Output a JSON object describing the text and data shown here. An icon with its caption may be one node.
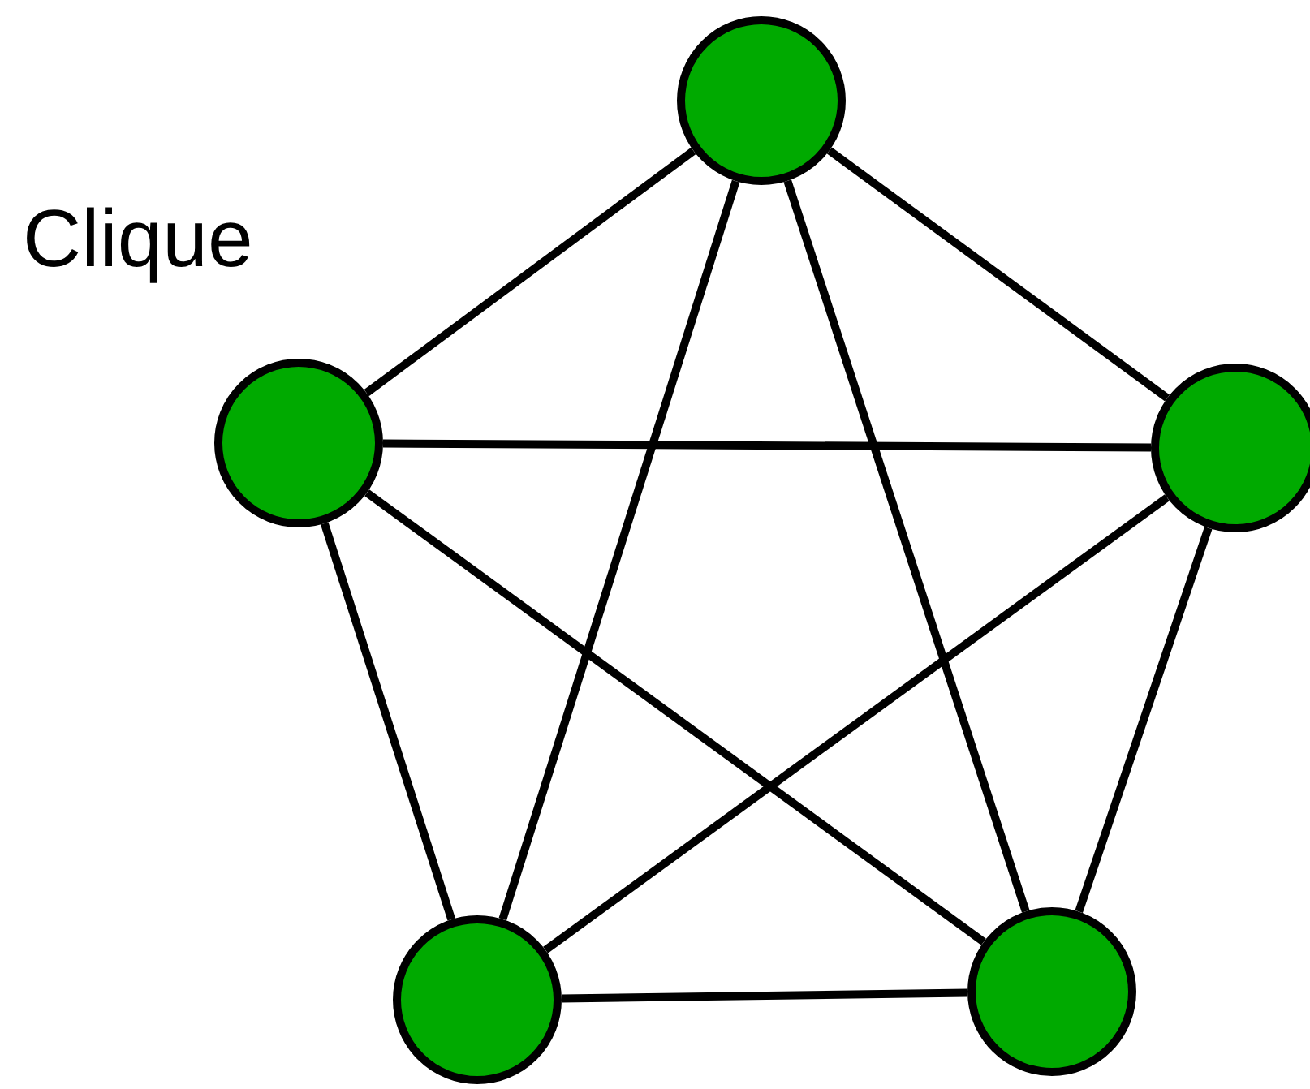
{
  "diagram": {
    "nodes": [
      {
        "text": [],
        "shape": "circle"
      },
      {
        "text": [],
        "shape": "circle"
      },
      {
        "text": [],
        "shape": "circle"
      },
      {
        "text": [],
        "shape": "circle"
      },
      {
        "text": [],
        "shape": "circle"
      }
    ],
    "edges": [
      {
        "from": 0,
        "to": 1,
        "arrow": "none"
      },
      {
        "from": 0,
        "to": 2,
        "arrow": "none"
      },
      {
        "from": 0,
        "to": 3,
        "arrow": "none"
      },
      {
        "from": 0,
        "to": 4,
        "arrow": "none"
      },
      {
        "from": 1,
        "to": 2,
        "arrow": "none"
      },
      {
        "from": 1,
        "to": 3,
        "arrow": "none"
      },
      {
        "from": 1,
        "to": 4,
        "arrow": "none"
      },
      {
        "from": 2,
        "to": 3,
        "arrow": "none"
      },
      {
        "from": 2,
        "to": 4,
        "arrow": "none"
      },
      {
        "from": 3,
        "to": 4,
        "arrow": "none"
      }
    ],
    "labels": [
      "Clique"
    ]
  }
}
